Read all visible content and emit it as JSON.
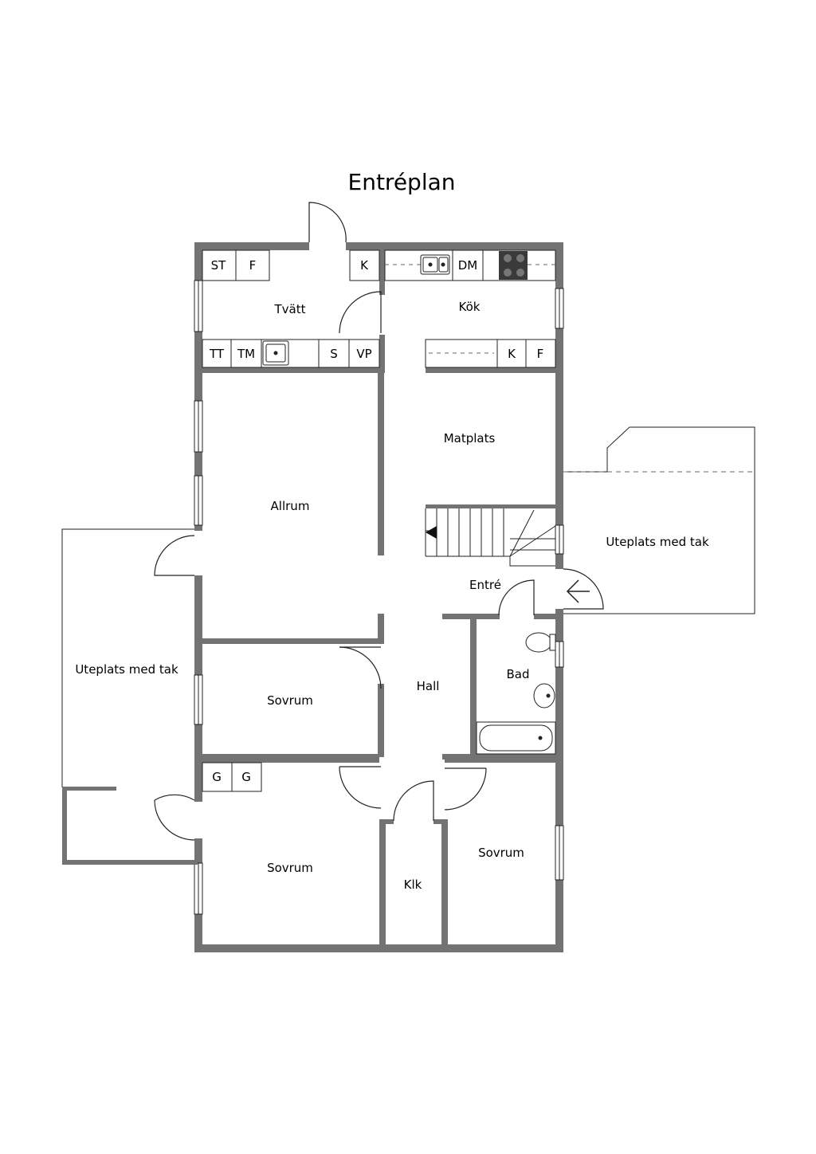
{
  "title": "Entréplan",
  "colors": {
    "wall": "#737373",
    "line": "#111111",
    "dash": "#666666",
    "stove": "#3a3a3a"
  },
  "rooms": {
    "tvatt": "Tvätt",
    "kok": "Kök",
    "matplats": "Matplats",
    "allrum": "Allrum",
    "entre": "Entré",
    "hall": "Hall",
    "bad": "Bad",
    "sovrum_mid": "Sovrum",
    "sovrum_bl": "Sovrum",
    "sovrum_br": "Sovrum",
    "klk": "Klk",
    "uteplats_left": "Uteplats med tak",
    "uteplats_right": "Uteplats med tak"
  },
  "fixtures": {
    "st": "ST",
    "f_tvatt": "F",
    "k_top": "K",
    "dm": "DM",
    "tt": "TT",
    "tm": "TM",
    "s": "S",
    "vp": "VP",
    "k_kok": "K",
    "f_kok": "F",
    "g1": "G",
    "g2": "G"
  },
  "icons": [
    "sink-icon",
    "stove-icon",
    "toilet-icon",
    "washbasin-icon",
    "bathtub-icon",
    "stairs-icon",
    "entrance-arrow-icon",
    "door-icon",
    "window-icon"
  ]
}
